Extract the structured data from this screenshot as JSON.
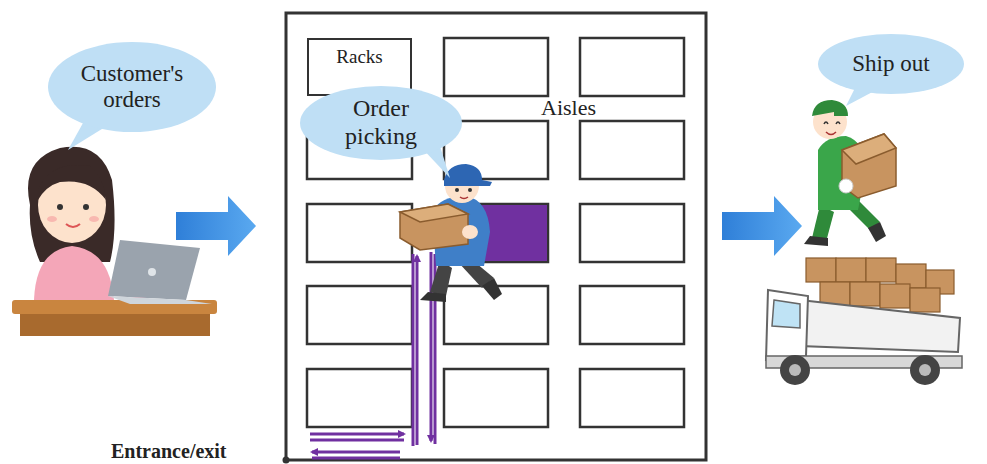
{
  "diagram": {
    "nodes": [
      {
        "text": [
          "Customer's orders"
        ]
      },
      {
        "text": [
          "Racks"
        ]
      },
      {
        "text": [
          "Order picking"
        ]
      },
      {
        "text": [
          "Ship out"
        ]
      }
    ],
    "labels": [
      "Aisles",
      "Entrance/exit"
    ]
  }
}
